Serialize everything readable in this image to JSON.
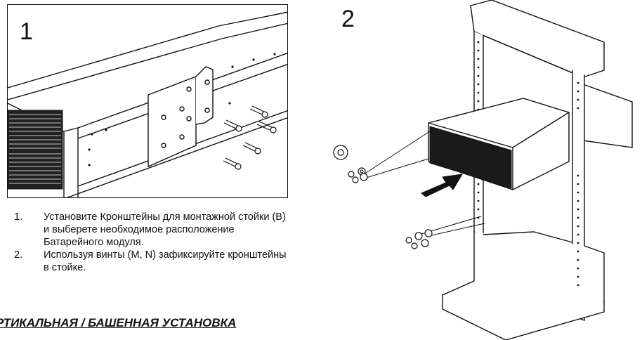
{
  "figure1": {
    "number": "1"
  },
  "figure2": {
    "number": "2"
  },
  "instructions": [
    {
      "num": "1.",
      "text": "Установите Кронштейны для монтажной стойки (В) и выберете необходимое расположение Батарейного модуля."
    },
    {
      "num": "2.",
      "text": "Используя винты (M, N) зафиксируйте кронштейны в стойке."
    }
  ],
  "section_heading": "РТИКАЛЬНАЯ / БАШЕННАЯ УСТАНОВКА",
  "icons": [
    "screw-icon",
    "arrow-icon",
    "rack-icon",
    "bracket-icon",
    "battery-module-icon"
  ]
}
